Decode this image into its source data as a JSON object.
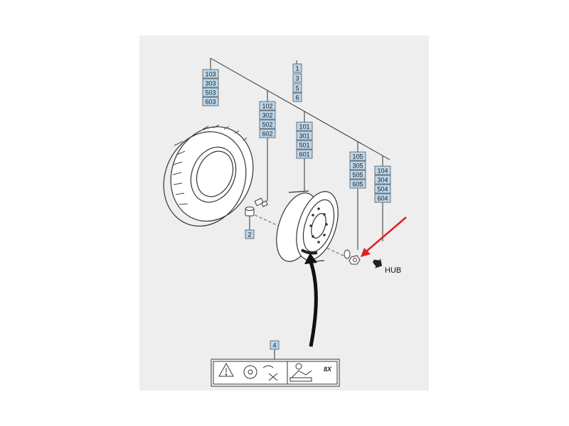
{
  "diagram": {
    "callouts": {
      "tire": [
        "103",
        "303",
        "503",
        "603"
      ],
      "center": [
        "1",
        "3",
        "5",
        "6"
      ],
      "valve": [
        "102",
        "302",
        "502",
        "602"
      ],
      "wheel": [
        "101",
        "301",
        "501",
        "601"
      ],
      "washer": [
        "105",
        "305",
        "505",
        "605"
      ],
      "nut": [
        "104",
        "304",
        "504",
        "604"
      ],
      "cap": [
        "2"
      ],
      "label": [
        "4"
      ]
    },
    "hub_label": "HUB",
    "label_tag_text": "8X",
    "colors": {
      "background": "#eeeeee",
      "callout_fill": "#b9d7ee",
      "arrow": "#e02020"
    }
  }
}
